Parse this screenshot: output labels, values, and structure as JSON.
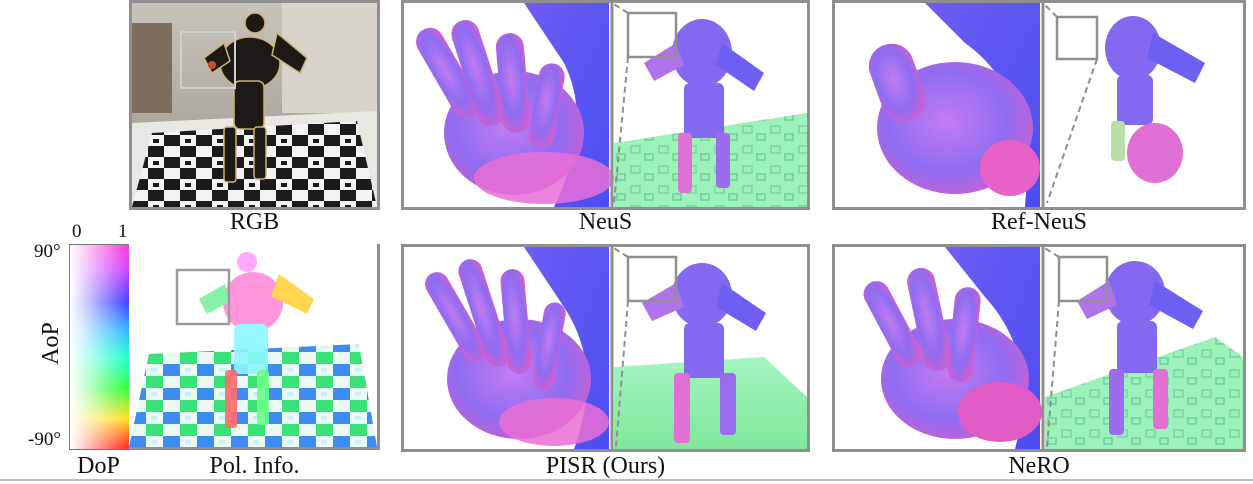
{
  "captions": {
    "rgb": "RGB",
    "neus": "NeuS",
    "refneus": "Ref-NeuS",
    "pol": "Pol. Info.",
    "pisr": "PISR (Ours)",
    "nero": "NeRO",
    "dop": "DoP"
  },
  "colorbar": {
    "dop_min": "0",
    "dop_max": "1",
    "aop_max": "90°",
    "aop_min": "-90°",
    "aop_label": "AoP"
  },
  "colors": {
    "frame": "#8f8f8f",
    "normal_purple": "#8a6cf2",
    "normal_pink": "#e86fd8",
    "normal_green": "#8ef0a8"
  }
}
